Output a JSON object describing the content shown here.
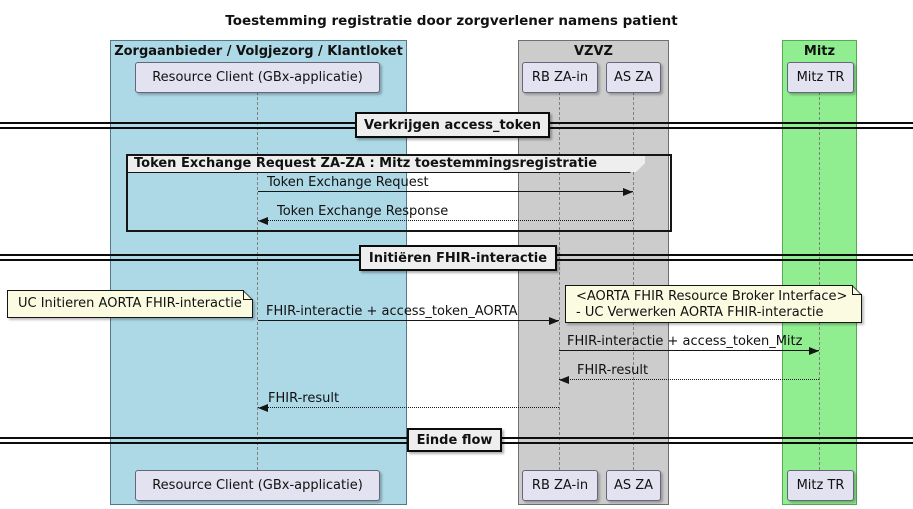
{
  "diagram": {
    "title": "Toestemming registratie door zorgverlener namens patient",
    "type": "sequence-diagram"
  },
  "boxes": [
    {
      "label": "Zorgaanbieder / Volgjezorg / Klantloket",
      "fill": "#ADD8E6",
      "border": "#53798a"
    },
    {
      "label": "VZVZ",
      "fill": "#CCCCCC",
      "border": "#6f6f6f"
    },
    {
      "label": "Mitz",
      "fill": "#90EE90",
      "border": "#55a855"
    }
  ],
  "participants": [
    {
      "label": "Resource Client (GBx-applicatie)",
      "box": "Zorgaanbieder / Volgjezorg / Klantloket"
    },
    {
      "label": "RB ZA-in",
      "box": "VZVZ"
    },
    {
      "label": "AS ZA",
      "box": "VZVZ"
    },
    {
      "label": "Mitz TR",
      "box": "Mitz"
    }
  ],
  "dividers": [
    {
      "label": "Verkrijgen access_token"
    },
    {
      "label": "Initiëren FHIR-interactie"
    },
    {
      "label": "Einde flow"
    }
  ],
  "frame": {
    "label": "Token Exchange Request ZA-ZA : Mitz toestemmingsregistratie"
  },
  "messages": [
    {
      "label": "Token Exchange Request",
      "from": "Resource Client (GBx-applicatie)",
      "to": "AS ZA",
      "line": "solid"
    },
    {
      "label": "Token Exchange Response",
      "from": "AS ZA",
      "to": "Resource Client (GBx-applicatie)",
      "line": "dotted"
    },
    {
      "label": "FHIR-interactie + access_token_AORTA",
      "from": "Resource Client (GBx-applicatie)",
      "to": "RB ZA-in",
      "line": "solid"
    },
    {
      "label": "FHIR-interactie + access_token_Mitz",
      "from": "RB ZA-in",
      "to": "Mitz TR",
      "line": "solid"
    },
    {
      "label": "FHIR-result",
      "from": "Mitz TR",
      "to": "RB ZA-in",
      "line": "dotted"
    },
    {
      "label": "FHIR-result",
      "from": "RB ZA-in",
      "to": "Resource Client (GBx-applicatie)",
      "line": "dotted"
    }
  ],
  "notes": [
    {
      "line1": "UC Initieren AORTA FHIR-interactie"
    },
    {
      "line1": "<AORTA FHIR Resource Broker Interface>",
      "line2": "- UC Verwerken AORTA FHIR-interactie"
    }
  ],
  "colors": {
    "participant_fill": "#E2E2F0",
    "note_fill": "#FBFBE2",
    "divider_fill": "#EEEEEE",
    "frame_header_fill": "#EEEEEE",
    "arrow": "#151515",
    "box_blue": "#ADD8E6",
    "box_gray": "#CCCCCC",
    "box_green": "#90EE90"
  }
}
